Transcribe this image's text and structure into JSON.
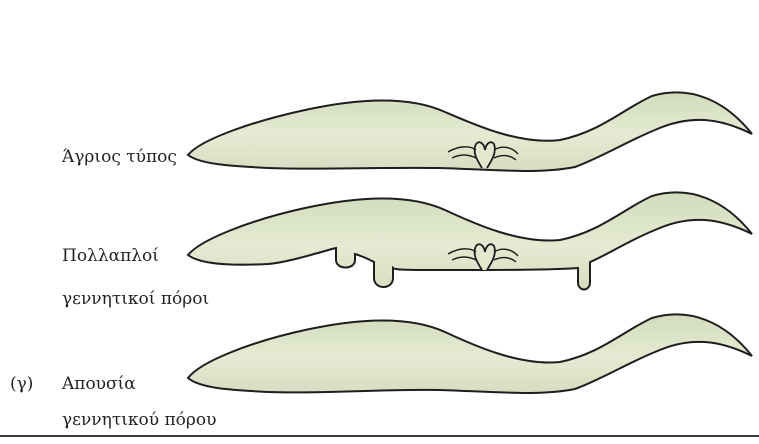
{
  "labels": {
    "wild_type": "Άγριος τύπος",
    "multiple_line1": "Πολλαπλοί",
    "multiple_line2": "γεννητικοί πόροι",
    "panel": "(γ)",
    "absent_line1": "Απουσία",
    "absent_line2": "γεννητικού πόρου"
  },
  "colors": {
    "worm_fill": "#e2e9cf",
    "worm_stroke": "#1e1e1e",
    "shade": "#c9d2b3"
  }
}
